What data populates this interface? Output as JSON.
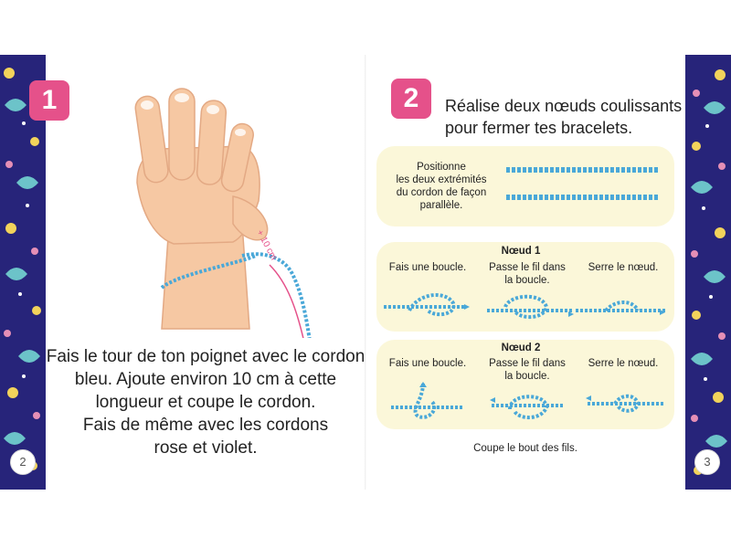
{
  "left_page": {
    "step_number": "1",
    "measure_label": "+ 10 cm",
    "instructions": [
      "Fais le tour de ton poignet avec le cordon",
      "bleu. Ajoute environ 10 cm à cette",
      "longueur et coupe le cordon.",
      "Fais de même avec les cordons",
      "rose et violet."
    ],
    "page_number": "2"
  },
  "right_page": {
    "step_number": "2",
    "title_lines": [
      "Réalise deux nœuds coulissants",
      "pour fermer tes bracelets."
    ],
    "position_lines": [
      "Positionne",
      "les deux extrémités",
      "du cordon de façon",
      "parallèle."
    ],
    "knot1": {
      "title": "Nœud 1",
      "steps": [
        "Fais une boucle.",
        "Passe le fil dans",
        "la boucle.",
        "Serre le nœud."
      ]
    },
    "knot2": {
      "title": "Nœud 2",
      "steps": [
        "Fais une boucle.",
        "Passe le fil dans",
        "la boucle.",
        "Serre le nœud."
      ]
    },
    "footer_note": "Coupe le bout des fils.",
    "page_number": "3"
  },
  "colors": {
    "accent_pink": "#e5518a",
    "cord_blue": "#4aa8d8",
    "panel_yellow": "#fbf7d9",
    "pattern_navy": "#27247a"
  }
}
